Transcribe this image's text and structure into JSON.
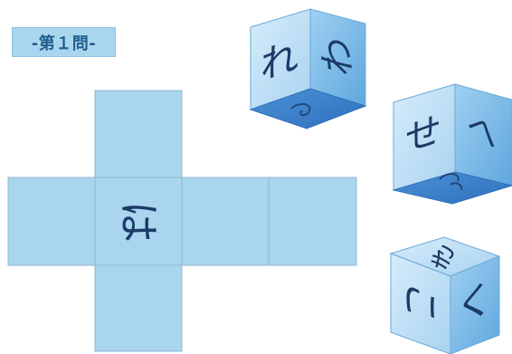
{
  "title": "-第１問-",
  "colors": {
    "net_fill": "#a9d5ef",
    "net_stroke": "#8fb7d2",
    "cube_light": "#c6e3f7",
    "cube_mid": "#8fc6ea",
    "cube_dark": "#3f85cf",
    "glyph": "#1b3a66"
  },
  "net": {
    "center_glyph": "は"
  },
  "cubes": [
    {
      "label": "cube-1",
      "top_glyph": "",
      "left_glyph": "れ",
      "right_glyph": "わ"
    },
    {
      "label": "cube-2",
      "top_glyph": "",
      "left_glyph": "せ",
      "right_glyph": "へ"
    },
    {
      "label": "cube-3",
      "top_glyph": "き",
      "left_glyph": "こ",
      "right_glyph": "く"
    }
  ]
}
